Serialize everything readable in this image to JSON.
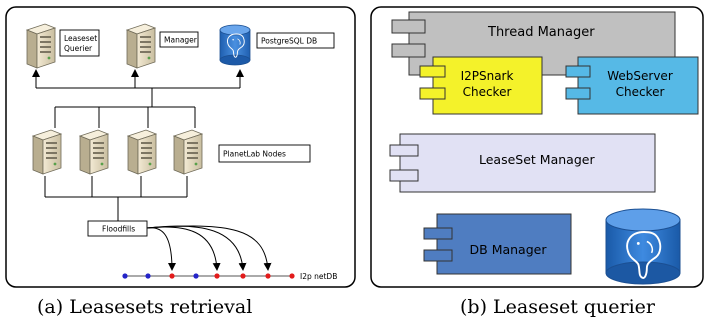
{
  "panel_a": {
    "nodes": {
      "leaseset_querier": [
        "Leaseset",
        "Querier"
      ],
      "manager": "Manager",
      "postgresql_db": "PostgreSQL DB",
      "planetlab_nodes": "PlanetLab Nodes",
      "floodfills": "Floodfills",
      "netdb": "I2p netDB"
    },
    "caption": "(a) Leasesets retrieval"
  },
  "panel_b": {
    "components": {
      "thread_manager": "Thread Manager",
      "i2psnark_checker": [
        "I2PSnark",
        "Checker"
      ],
      "webserver_checker": [
        "WebServer",
        "Checker"
      ],
      "leaseset_manager": "LeaseSet Manager",
      "db_manager": "DB Manager"
    },
    "caption": "(b) Leaseset querier"
  },
  "colors": {
    "server_body": "#e8dcc0",
    "server_dark": "#8a8470",
    "db_blue": "#2f74c9",
    "thread_manager": "#c0c0c0",
    "i2psnark_checker": "#f4f22a",
    "webserver_checker": "#56b9e6",
    "leaseset_manager": "#e1e1f4",
    "db_manager": "#4f7dc1",
    "netdb_dot_blue": "#2424c8",
    "netdb_dot_red": "#e21b1b"
  }
}
